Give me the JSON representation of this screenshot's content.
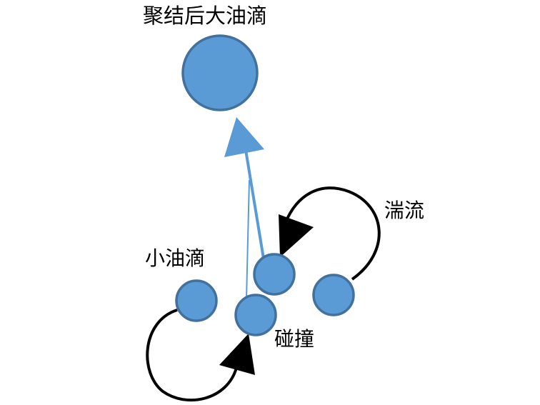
{
  "labels": {
    "big_drop": "聚结后大油滴",
    "turbulence": "湍流",
    "small_drop": "小油滴",
    "collision": "碰撞"
  },
  "colors": {
    "drop_fill": "#5b9bd5",
    "drop_stroke": "#41719c",
    "arrow": "#5b9bd5",
    "flow_arrow": "#000000"
  }
}
